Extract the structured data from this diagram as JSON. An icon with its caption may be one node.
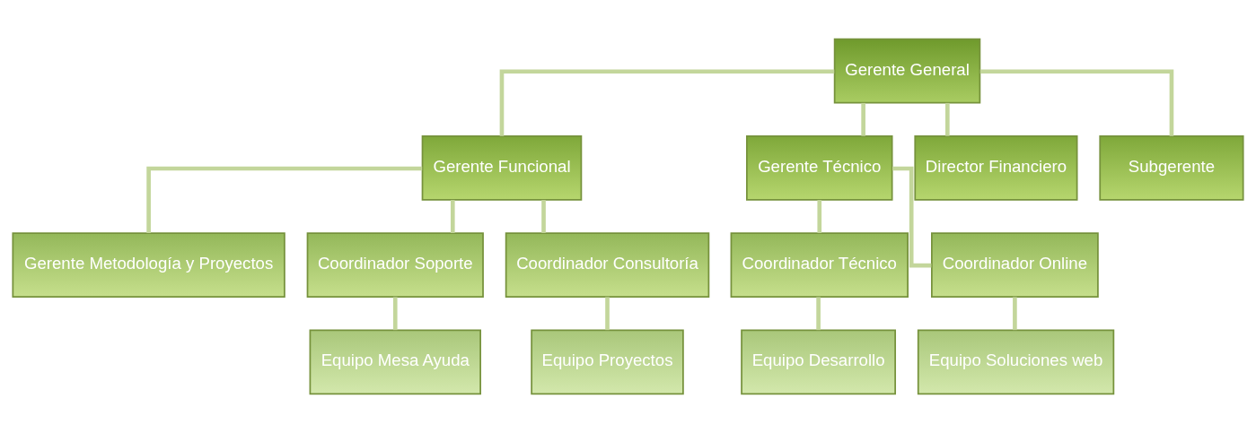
{
  "diagram": {
    "nodes": [
      {
        "text": [
          "Gerente General"
        ]
      },
      {
        "text": [
          "Gerente Funcional"
        ]
      },
      {
        "text": [
          "Gerente Técnico"
        ]
      },
      {
        "text": [
          "Director Financiero"
        ]
      },
      {
        "text": [
          "Subgerente"
        ]
      },
      {
        "text": [
          "Gerente Metodología y Proyectos"
        ]
      },
      {
        "text": [
          "Coordinador Soporte"
        ]
      },
      {
        "text": [
          "Coordinador Consultoría"
        ]
      },
      {
        "text": [
          "Coordinador Técnico"
        ]
      },
      {
        "text": [
          "Coordinador Online"
        ]
      },
      {
        "text": [
          "Equipo Mesa Ayuda"
        ]
      },
      {
        "text": [
          "Equipo Proyectos"
        ]
      },
      {
        "text": [
          "Equipo Desarrollo"
        ]
      },
      {
        "text": [
          "Equipo Soluciones web"
        ]
      }
    ],
    "edges": [
      {
        "from": 0,
        "to": 1,
        "arrow": "none"
      },
      {
        "from": 0,
        "to": 2,
        "arrow": "none"
      },
      {
        "from": 0,
        "to": 3,
        "arrow": "none"
      },
      {
        "from": 0,
        "to": 4,
        "arrow": "none"
      },
      {
        "from": 1,
        "to": 5,
        "arrow": "none"
      },
      {
        "from": 1,
        "to": 6,
        "arrow": "none"
      },
      {
        "from": 1,
        "to": 7,
        "arrow": "none"
      },
      {
        "from": 2,
        "to": 8,
        "arrow": "none"
      },
      {
        "from": 2,
        "to": 9,
        "arrow": "none"
      },
      {
        "from": 6,
        "to": 10,
        "arrow": "none"
      },
      {
        "from": 7,
        "to": 11,
        "arrow": "none"
      },
      {
        "from": 8,
        "to": 12,
        "arrow": "none"
      },
      {
        "from": 9,
        "to": 13,
        "arrow": "none"
      }
    ]
  }
}
